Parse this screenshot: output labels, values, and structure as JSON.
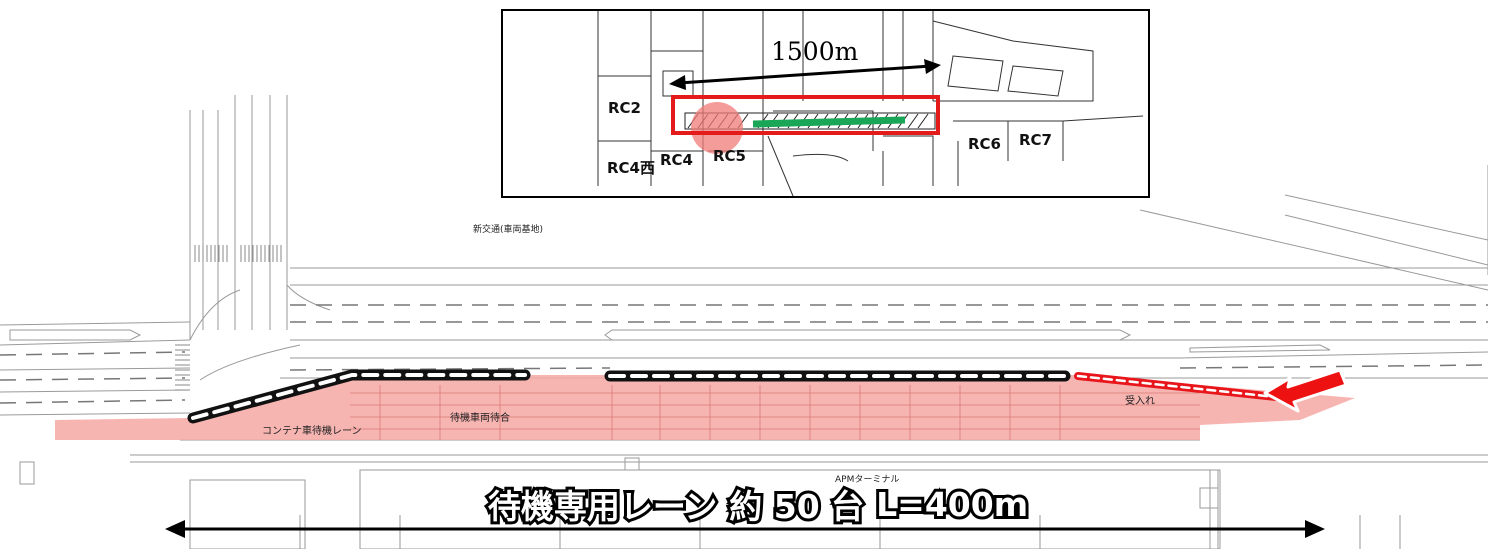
{
  "inset": {
    "distance_label": "1500m",
    "zones": [
      {
        "id": "rc2",
        "label": "RC2"
      },
      {
        "id": "rc4-west",
        "label": "RC4西"
      },
      {
        "id": "rc4",
        "label": "RC4"
      },
      {
        "id": "rc5",
        "label": "RC5"
      },
      {
        "id": "rc6",
        "label": "RC6"
      },
      {
        "id": "rc7",
        "label": "RC7"
      }
    ]
  },
  "map_labels": {
    "depot": "新交通(車両基地)",
    "container_waiting_lane": "コンテナ車待機レーン",
    "waiting_vehicle_count": "待機車両待合",
    "entry": "受入れ",
    "apm_terminal": "APMターミナル"
  },
  "caption": {
    "title": "待機専用レーン",
    "capacity": "約 50 台",
    "length": "L=400m"
  },
  "colors": {
    "lane_highlight": "#f6a8a4",
    "entry_line": "#e8161b",
    "arrow": "#ee1111",
    "inset_box": "#e41b1b",
    "green_segment": "#1aa657",
    "red_circle": "#f07b78"
  }
}
